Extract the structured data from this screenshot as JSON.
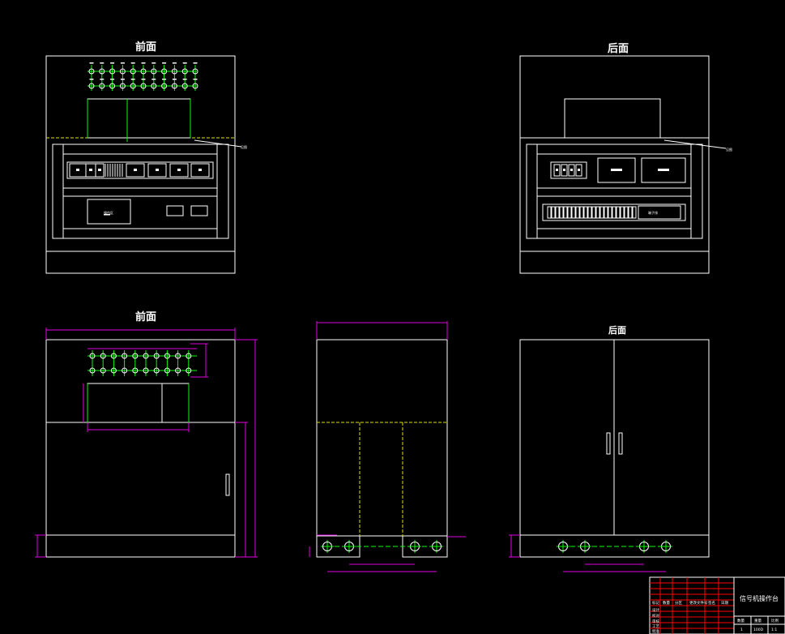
{
  "views": {
    "front_top": {
      "title": "前面",
      "ref_label": "见图"
    },
    "back_top": {
      "title": "后面",
      "ref_label": "见图"
    },
    "front_bottom": {
      "title": "前面"
    },
    "side": {
      "title": ""
    },
    "back_bottom": {
      "title": "后面"
    }
  },
  "panel_texts": {
    "front_box_label": "操作区",
    "back_bar_label": "端子排"
  },
  "title_block": {
    "name": "信号机操作台",
    "row_labels": [
      "标记",
      "数量",
      "分区",
      "更改文件号",
      "签名",
      "日期"
    ],
    "left_labels": [
      "设计",
      "校对",
      "审核",
      "工艺",
      "批准"
    ],
    "bottom_headers": [
      "数量",
      "重量",
      "比例"
    ],
    "bottom_values": [
      "1",
      "100D",
      "1:1"
    ]
  },
  "colors": {
    "outline": "#ffffff",
    "dimension": "#e000e0",
    "center": "#00ff00",
    "hidden": "#e0e000",
    "title_grid": "#ff0000"
  }
}
